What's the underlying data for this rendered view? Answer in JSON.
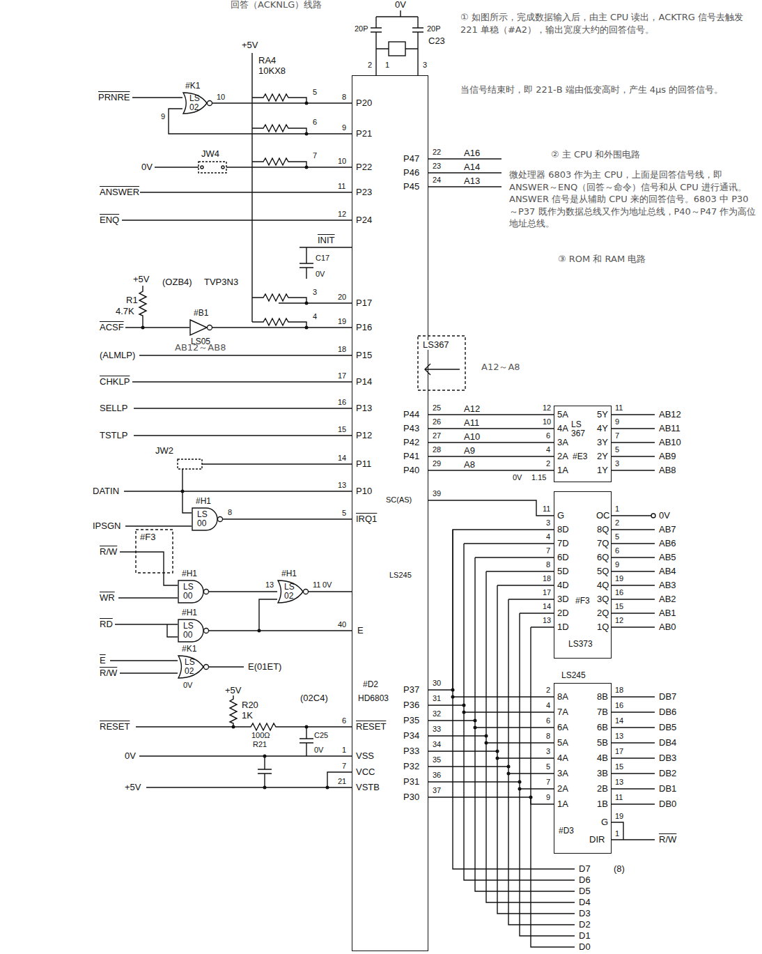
{
  "diagram": {
    "nodes": [
      {
        "text": [
          "#D2",
          "HD6803"
        ]
      },
      {
        "text": [
          "LS 367",
          "#E3"
        ]
      },
      {
        "text": [
          "#F3",
          "LS373"
        ]
      },
      {
        "text": [
          "LS245",
          "#D3"
        ]
      },
      {
        "text": [
          "#K1",
          "LS 02"
        ]
      },
      {
        "text": [
          "#B1",
          "LS05"
        ]
      },
      {
        "text": [
          "#H1",
          "LS 00"
        ]
      },
      {
        "text": [
          "#H1",
          "LS 00"
        ]
      },
      {
        "text": [
          "#H1",
          "LS 00"
        ]
      },
      {
        "text": [
          "#K1",
          "LS 02"
        ]
      },
      {
        "text": [
          "#H1",
          "LS 02"
        ]
      }
    ],
    "edges": [
      {
        "from": 4,
        "to": 0,
        "arrow": "none"
      },
      {
        "from": 5,
        "to": 0,
        "arrow": "none"
      },
      {
        "from": 6,
        "to": 0,
        "arrow": "none"
      },
      {
        "from": 7,
        "to": 10,
        "arrow": "none"
      },
      {
        "from": 10,
        "to": 0,
        "arrow": "none"
      },
      {
        "from": 8,
        "to": 0,
        "arrow": "none"
      },
      {
        "from": 0,
        "to": 1,
        "arrow": "none"
      },
      {
        "from": 0,
        "to": 2,
        "arrow": "none"
      },
      {
        "from": 0,
        "to": 3,
        "arrow": "none"
      }
    ],
    "labels": [
      "回答（ACKNLG）线路",
      "① 如图所示，完成数据输入后，由主 CPU 读出，ACKTRG 信号去触发 221 单稳（#A2），输出宽度大约的回答信号。",
      "当信号结束时，即 221-B 端由低变高时，产生 4μs 的回答信号。",
      "② 主 CPU 和外围电路",
      "微处理器 6803 作为主 CPU，上面是回答信号线，即 ANSWER～ENQ（回答～命令）信号和从 CPU 进行通讯。ANSWER 信号是从辅助 CPU 来的回答信号。6803 中 P30～P37 既作为数据总线又作为地址总线，P40～P47 作为高位地址总线。",
      "③ ROM 和 RAM 电路",
      "0V",
      "20P",
      "20P",
      "C23",
      "2",
      "1",
      "3",
      "+5V",
      "RA4",
      "10KX8",
      "PRNRE",
      "10",
      "9",
      "5",
      "8",
      "P20",
      "6",
      "9",
      "P21",
      "JW4",
      "0V",
      "7",
      "10",
      "P22",
      "ANSWER",
      "11",
      "P23",
      "ENQ",
      "12",
      "P24",
      "INIT",
      "C17",
      "0V",
      "+5V",
      "R1",
      "4.7K",
      "(OZB4)",
      "TVP3N3",
      "3",
      "20",
      "P17",
      "ACSF",
      "4",
      "19",
      "P16",
      "(ALMLP)",
      "AB12～AB8",
      "18",
      "P15",
      "CHKLP",
      "17",
      "P14",
      "SELLP",
      "16",
      "P13",
      "TSTLP",
      "15",
      "P12",
      "JW2",
      "14",
      "P11",
      "DATIN",
      "13",
      "P10",
      "IPSGN",
      "8",
      "5",
      "IRQ1",
      "#F3",
      "R/W",
      "WR",
      "13",
      "11",
      "0V",
      "RD",
      "40",
      "E",
      "E",
      "R/W",
      "E(01ET)",
      "0V",
      "+5V",
      "R20",
      "1K",
      "(02C4)",
      "RESET",
      "100Ω",
      "R21",
      "C25",
      "0V",
      "6",
      "RESET",
      "0V",
      "+5V",
      "1",
      "VSS",
      "7",
      "VCC",
      "21",
      "VSTB",
      "P47",
      "22",
      "A16",
      "P46",
      "23",
      "A14",
      "P45",
      "24",
      "A13",
      "LS367",
      "A12～A8",
      "P44",
      "25",
      "A12",
      "P43",
      "26",
      "A11",
      "P42",
      "27",
      "A10",
      "P41",
      "28",
      "A9",
      "P40",
      "29",
      "A8",
      "12",
      "5A",
      "10",
      "4A",
      "6",
      "3A",
      "4",
      "2A",
      "2",
      "1A",
      "0V",
      "1.15",
      "5Y",
      "11",
      "AB12",
      "4Y",
      "9",
      "AB11",
      "3Y",
      "7",
      "AB10",
      "2Y",
      "5",
      "AB9",
      "1Y",
      "3",
      "AB8",
      "SC(AS)",
      "39",
      "11",
      "G",
      "3",
      "8D",
      "8Q",
      "2",
      "AB7",
      "4",
      "7D",
      "7Q",
      "5",
      "AB6",
      "7",
      "6D",
      "6Q",
      "6",
      "AB5",
      "8",
      "5D",
      "5Q",
      "9",
      "AB4",
      "18",
      "4D",
      "4Q",
      "19",
      "AB3",
      "17",
      "3D",
      "3Q",
      "16",
      "AB2",
      "14",
      "2D",
      "2Q",
      "15",
      "AB1",
      "13",
      "1D",
      "1Q",
      "12",
      "AB0",
      "OC",
      "1",
      "0V",
      "2",
      "8A",
      "8B",
      "18",
      "DB7",
      "4",
      "7A",
      "7B",
      "16",
      "DB6",
      "6",
      "6A",
      "6B",
      "14",
      "DB5",
      "8",
      "5A",
      "5B",
      "13",
      "DB4",
      "3",
      "4A",
      "4B",
      "17",
      "DB3",
      "5",
      "3A",
      "3B",
      "15",
      "DB2",
      "7",
      "2A",
      "2B",
      "13",
      "DB1",
      "9",
      "1A",
      "1B",
      "11",
      "DB0",
      "G",
      "19",
      "DIR",
      "1",
      "R/W",
      "(8)",
      "D7",
      "D6",
      "D5",
      "D4",
      "D3",
      "D2",
      "D1",
      "D0",
      "LS245",
      "P37",
      "30",
      "P36",
      "31",
      "P35",
      "32",
      "P34",
      "33",
      "P33",
      "34",
      "P32",
      "35",
      "P31",
      "36",
      "P30",
      "37"
    ]
  }
}
